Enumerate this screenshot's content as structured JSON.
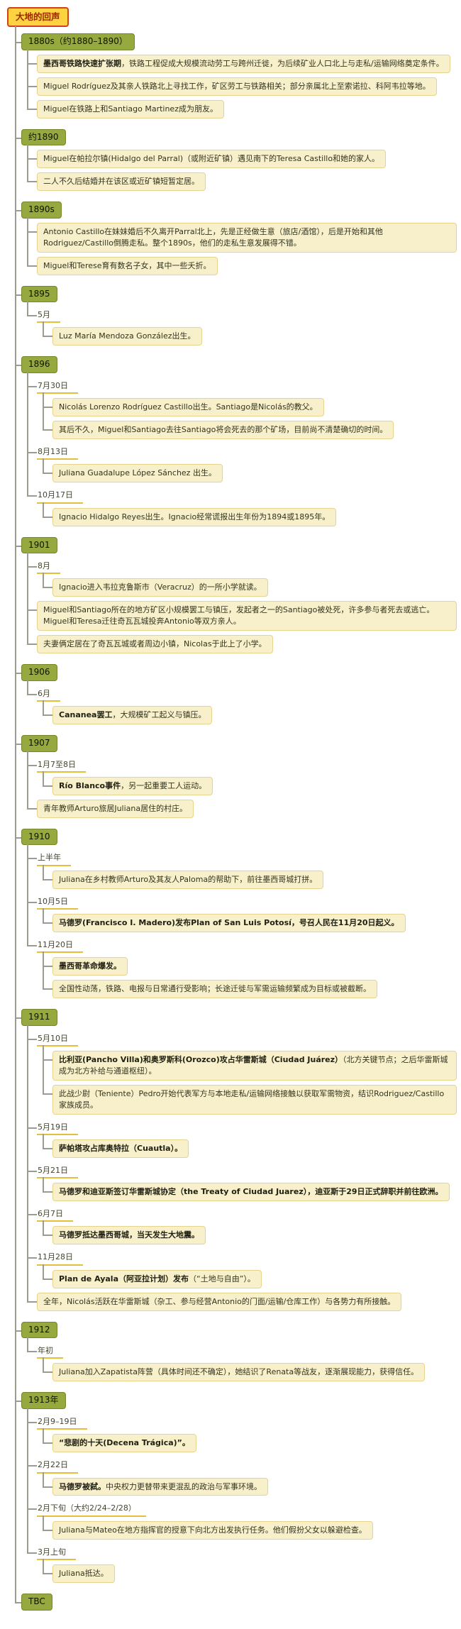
{
  "root": {
    "title": "大地的回声"
  },
  "colors": {
    "line": "#9a9c90",
    "root_bg": "#fcd240",
    "root_border": "#d2401f",
    "root_text": "#9c2700",
    "year_bg": "#95a93f",
    "year_border": "#76862e",
    "year_text": "#111100",
    "event_bg": "#f7f0ca",
    "event_border": "#e6d48e",
    "event_text": "#33331f",
    "date_text": "#44442f",
    "date_underline": "#e2bf3c"
  },
  "sections": [
    {
      "year": "1880s（约1880–1890）",
      "children": [
        {
          "kind": "event",
          "bold": "墨西哥铁路快速扩张期",
          "text": "，铁路工程促成大规模流动劳工与跨州迁徙，为后续矿业人口北上与走私/运输网络奠定条件。"
        },
        {
          "kind": "event",
          "bold": "",
          "text": "Miguel Rodríguez及其亲人铁路北上寻找工作，矿区劳工与铁路相关；部分亲属北上至索诺拉、科阿韦拉等地。"
        },
        {
          "kind": "event",
          "bold": "",
          "text": "Miguel在铁路上和Santiago Martinez成为朋友。"
        }
      ]
    },
    {
      "year": "约1890",
      "children": [
        {
          "kind": "event",
          "bold": "",
          "text": "Miguel在帕拉尔镇(Hidalgo del Parral)（或附近矿镇）遇见南下的Teresa Castillo和她的家人。"
        },
        {
          "kind": "event",
          "bold": "",
          "text": "二人不久后结婚并在该区或近矿镇短暂定居。"
        }
      ]
    },
    {
      "year": "1890s",
      "children": [
        {
          "kind": "event",
          "bold": "",
          "text": "Antonio Castillo在妹妹婚后不久离开Parral北上，先是正经做生意（旅店/酒馆），后是开始和其他Rodriguez/Castillo倒腾走私。整个1890s，他们的走私生意发展得不错。"
        },
        {
          "kind": "event",
          "bold": "",
          "text": "Miguel和Terese育有数名子女，其中一些夭折。"
        }
      ]
    },
    {
      "year": "1895",
      "children": [
        {
          "kind": "date",
          "label": "5月",
          "children": [
            {
              "kind": "event",
              "bold": "",
              "text": "Luz María Mendoza González出生。"
            }
          ]
        }
      ]
    },
    {
      "year": "1896",
      "children": [
        {
          "kind": "date",
          "label": "7月30日",
          "children": [
            {
              "kind": "event",
              "bold": "",
              "text": "Nicolás Lorenzo Rodríguez Castillo出生。Santiago是Nicolás的教父。"
            },
            {
              "kind": "event",
              "bold": "",
              "text": "其后不久，Miguel和Santiago去往Santiago将会死去的那个矿场，目前尚不清楚确切的时间。"
            }
          ]
        },
        {
          "kind": "date",
          "label": "8月13日",
          "children": [
            {
              "kind": "event",
              "bold": "",
              "text": "Juliana Guadalupe López Sánchez 出生。"
            }
          ]
        },
        {
          "kind": "date",
          "label": "10月17日",
          "children": [
            {
              "kind": "event",
              "bold": "",
              "text": "Ignacio Hidalgo Reyes出生。Ignacio经常谎报出生年份为1894或1895年。"
            }
          ]
        }
      ]
    },
    {
      "year": "1901",
      "children": [
        {
          "kind": "date",
          "label": "8月",
          "children": [
            {
              "kind": "event",
              "bold": "",
              "text": "Ignacio进入韦拉克鲁斯市（Veracruz）的一所小学就读。"
            }
          ]
        },
        {
          "kind": "event",
          "bold": "",
          "text": "Miguel和Santiago所在的地方矿区小规模罢工与镇压，发起者之一的Santiago被处死，许多参与者死去或逃亡。Miguel和Teresa迁往奇瓦瓦城投奔Antonio等双方亲人。"
        },
        {
          "kind": "event",
          "bold": "",
          "text": "夫妻俩定居在了奇瓦瓦城或者周边小镇，Nicolas于此上了小学。"
        }
      ]
    },
    {
      "year": "1906",
      "children": [
        {
          "kind": "date",
          "label": "6月",
          "children": [
            {
              "kind": "event",
              "bold": "Cananea罢工",
              "text": "，大规模矿工起义与镇压。"
            }
          ]
        }
      ]
    },
    {
      "year": "1907",
      "children": [
        {
          "kind": "date",
          "label": "1月7至8日",
          "children": [
            {
              "kind": "event",
              "bold": "Río Blanco事件",
              "text": "，另一起重要工人运动。"
            }
          ]
        },
        {
          "kind": "event",
          "bold": "",
          "text": "青年教师Arturo旅居Juliana居住的村庄。"
        }
      ]
    },
    {
      "year": "1910",
      "children": [
        {
          "kind": "date",
          "label": "上半年",
          "children": [
            {
              "kind": "event",
              "bold": "",
              "text": "Juliana在乡村教师Arturo及其友人Paloma的帮助下，前往墨西哥城打拼。"
            }
          ]
        },
        {
          "kind": "date",
          "label": "10月5日",
          "children": [
            {
              "kind": "event",
              "bold": "马德罗(Francisco I. Madero)发布Plan of San Luis Potosí，号召人民在11月20日起义。",
              "text": ""
            }
          ]
        },
        {
          "kind": "date",
          "label": "11月20日",
          "children": [
            {
              "kind": "event",
              "bold": "墨西哥革命爆发。",
              "text": ""
            },
            {
              "kind": "event",
              "bold": "",
              "text": "全国性动荡，铁路、电报与日常通行受影响；长途迁徙与军需运输频繁成为目标或被截断。"
            }
          ]
        }
      ]
    },
    {
      "year": "1911",
      "children": [
        {
          "kind": "date",
          "label": "5月10日",
          "children": [
            {
              "kind": "event",
              "bold": "比利亚(Pancho Villa)和奥罗斯科(Orozco)攻占华雷斯城（Ciudad Juárez）",
              "text": "（北方关键节点；之后华雷斯城成为北方补给与通道枢纽）。"
            },
            {
              "kind": "event",
              "bold": "",
              "text": "此战少尉（Teniente）Pedro开始代表军方与本地走私/运输网络接触以获取军需物资，结识Rodriguez/Castillo家族成员。"
            }
          ]
        },
        {
          "kind": "date",
          "label": "5月19日",
          "children": [
            {
              "kind": "event",
              "bold": "萨帕塔攻占库奥特拉（Cuautla）。",
              "text": ""
            }
          ]
        },
        {
          "kind": "date",
          "label": "5月21日",
          "children": [
            {
              "kind": "event",
              "bold": "马德罗和迪亚斯签订华雷斯城协定（the Treaty of Ciudad Juarez），迪亚斯于29日正式辞职并前往欧洲。",
              "text": ""
            }
          ]
        },
        {
          "kind": "date",
          "label": "6月7日",
          "children": [
            {
              "kind": "event",
              "bold": "马德罗抵达墨西哥城，当天发生大地震。",
              "text": ""
            }
          ]
        },
        {
          "kind": "date",
          "label": "11月28日",
          "children": [
            {
              "kind": "event",
              "bold": "Plan de Ayala（阿亚拉计划）发布",
              "text": "（“土地与自由”）。"
            }
          ]
        },
        {
          "kind": "event",
          "bold": "",
          "text": "全年，Nicolás活跃在华雷斯城（杂工、参与经营Antonio的门面/运输/仓库工作）与各势力有所接触。"
        }
      ]
    },
    {
      "year": "1912",
      "children": [
        {
          "kind": "date",
          "label": "年初",
          "children": [
            {
              "kind": "event",
              "bold": "",
              "text": "Juliana加入Zapatista阵营（具体时间还不确定），她结识了Renata等战友，逐渐展现能力，获得信任。"
            }
          ]
        }
      ]
    },
    {
      "year": "1913年",
      "children": [
        {
          "kind": "date",
          "label": "2月9–19日",
          "children": [
            {
              "kind": "event",
              "bold": "“悲剧的十天(Decena Trágica)”。",
              "text": ""
            }
          ]
        },
        {
          "kind": "date",
          "label": "2月22日",
          "children": [
            {
              "kind": "event",
              "bold": "马德罗被弑。",
              "text": "中央权力更替带来更混乱的政治与军事环境。"
            }
          ]
        },
        {
          "kind": "date",
          "label": "2月下旬（大约2/24–2/28）",
          "children": [
            {
              "kind": "event",
              "bold": "",
              "text": "Juliana与Mateo在地方指挥官的授意下向北方出发执行任务。他们假扮父女以躲避检查。"
            }
          ]
        },
        {
          "kind": "date",
          "label": "3月上旬",
          "children": [
            {
              "kind": "event",
              "bold": "",
              "text": "Juliana抵达。"
            }
          ]
        }
      ]
    },
    {
      "year": "TBC",
      "children": []
    }
  ]
}
